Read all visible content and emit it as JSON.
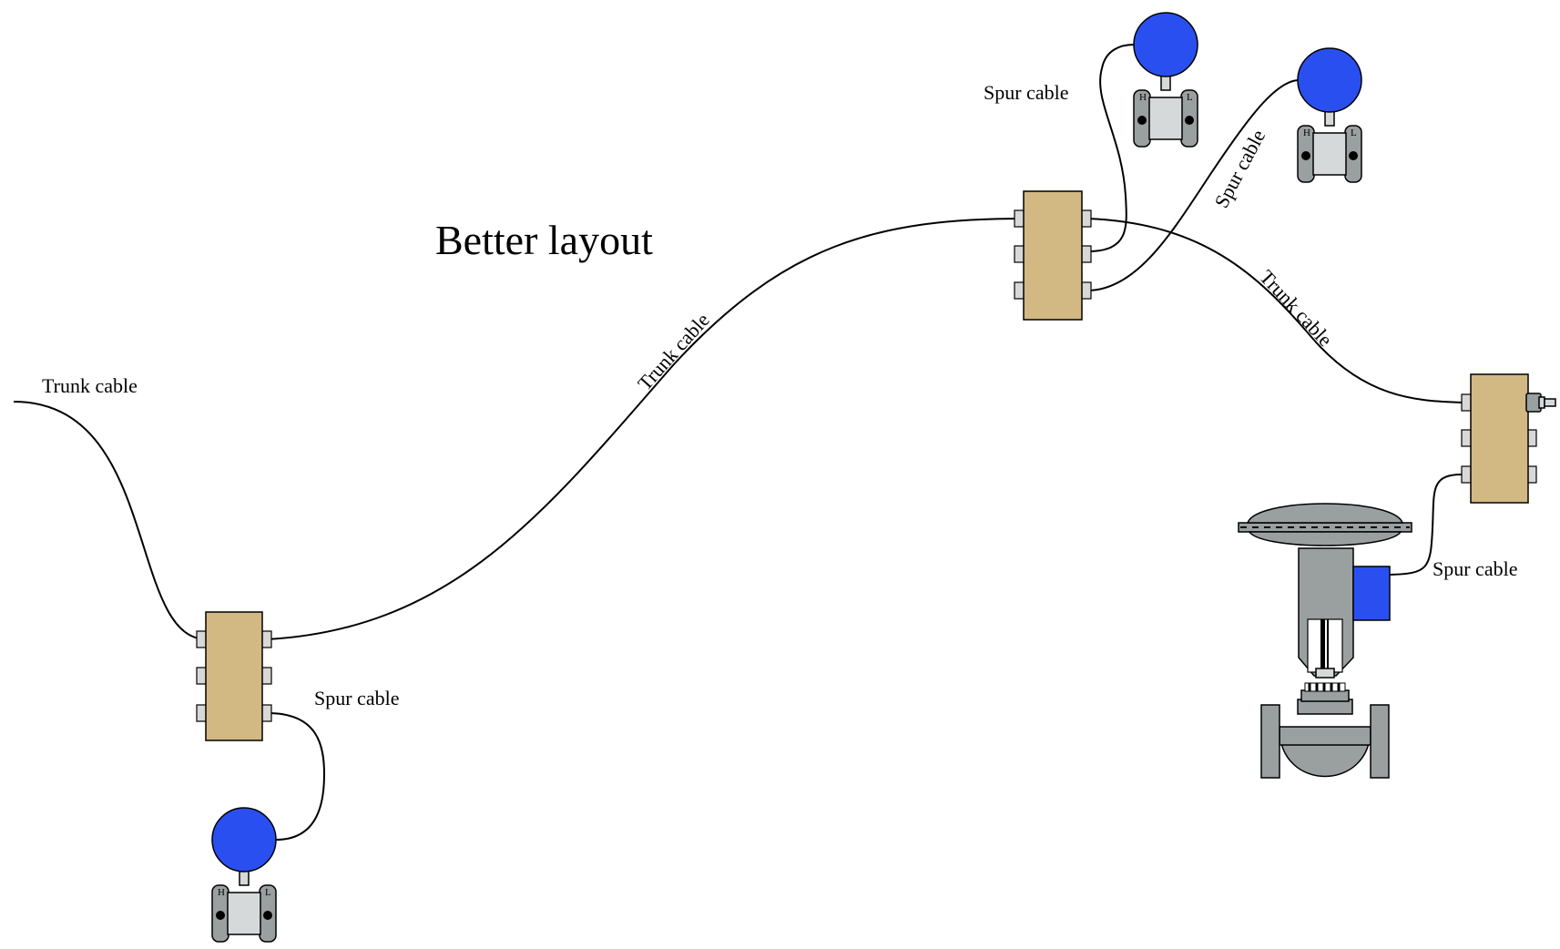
{
  "diagram": {
    "title": "Better layout",
    "labels": {
      "trunk_left": "Trunk cable",
      "trunk_middle": "Trunk cable",
      "trunk_right": "Trunk cable",
      "spur_bottom_left": "Spur cable",
      "spur_top": "Spur cable",
      "spur_top_rotated": "Spur cable",
      "spur_valve": "Spur cable"
    },
    "transmitter_ports": {
      "high": "H",
      "low": "L"
    },
    "colors": {
      "coupling_block": "#d2b883",
      "transmitter_head": "#2a4ff0",
      "valve_body": "#9aa0a0",
      "cable": "#000000"
    }
  }
}
